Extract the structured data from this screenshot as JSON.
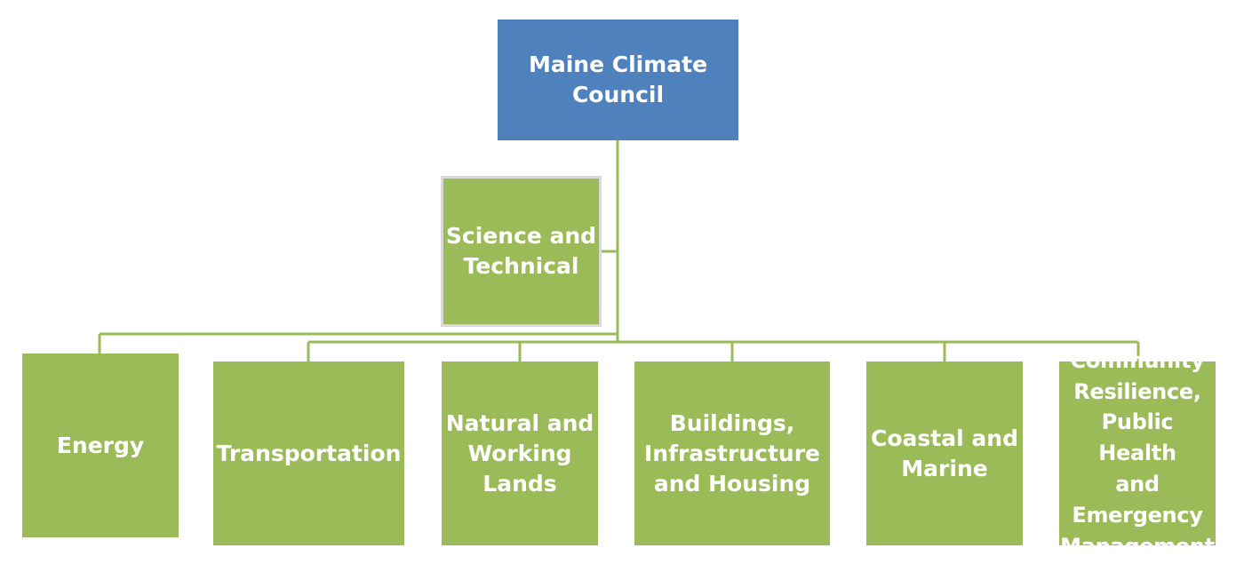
{
  "root": {
    "label": "Maine Climate\nCouncil"
  },
  "advisory": {
    "label": "Science and\nTechnical"
  },
  "workgroups": [
    {
      "label": "Energy"
    },
    {
      "label": "Transportation"
    },
    {
      "label": "Natural and\nWorking\nLands"
    },
    {
      "label": "Buildings,\nInfrastructure\nand Housing"
    },
    {
      "label": "Coastal and\nMarine"
    },
    {
      "label": "Community\nResilience,\nPublic Health\nand\nEmergency\nManagement"
    }
  ],
  "colors": {
    "root": "#4f81bd",
    "box": "#9bbb59",
    "connector": "#9bbb59",
    "text": "#ffffff"
  }
}
